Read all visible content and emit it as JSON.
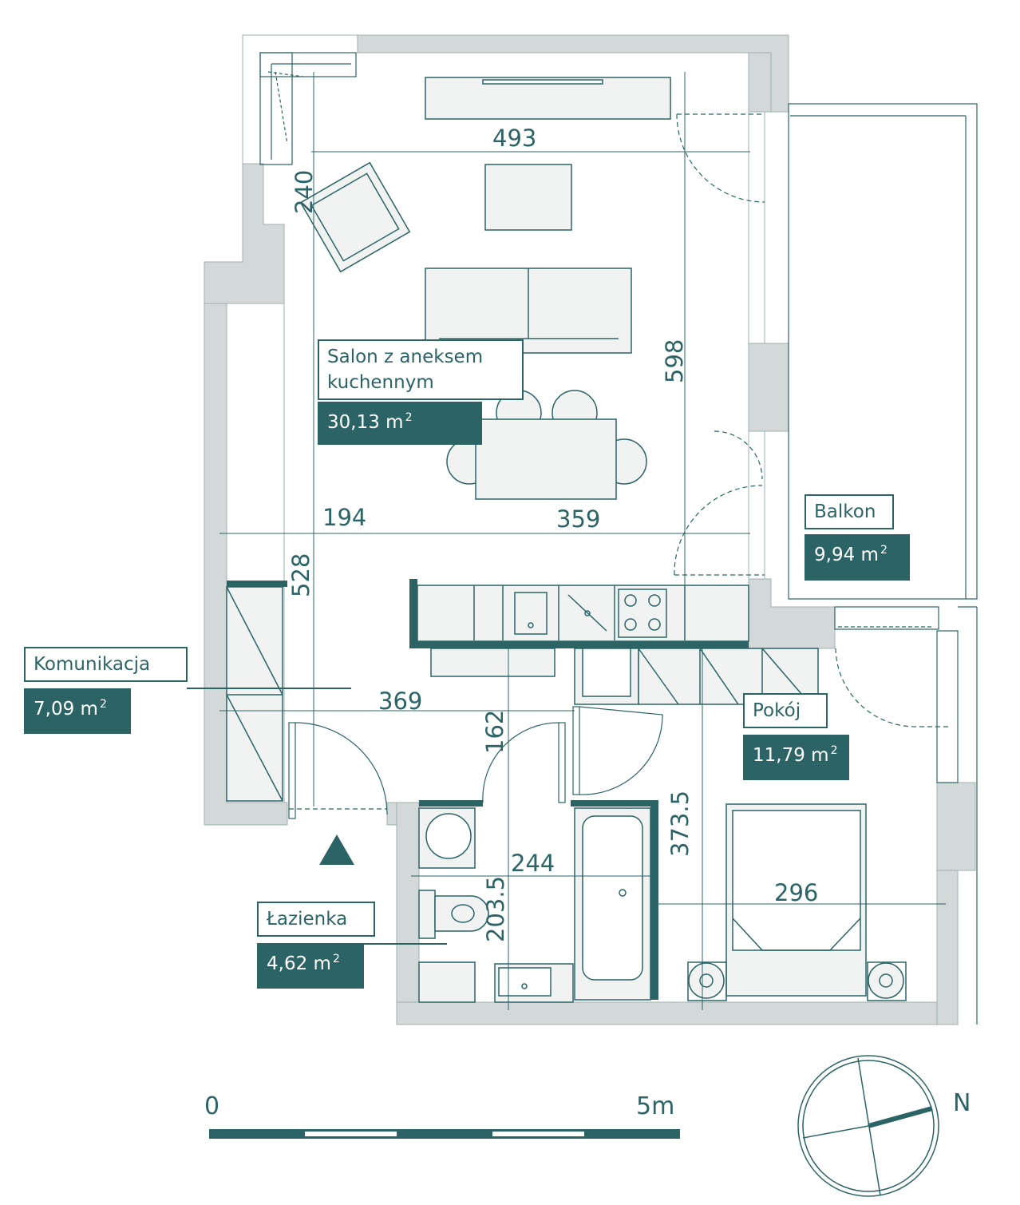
{
  "rooms": {
    "salon": {
      "name": "Salon z aneksem kuchennym",
      "name_line1": "Salon z aneksem",
      "name_line2": "kuchennym",
      "area": "30,13 m",
      "unit_sup": "2"
    },
    "balkon": {
      "name": "Balkon",
      "area": "9,94 m",
      "unit_sup": "2"
    },
    "komunikacja": {
      "name": "Komunikacja",
      "area": "7,09 m",
      "unit_sup": "2"
    },
    "pokoj": {
      "name": "Pokój",
      "area": "11,79 m",
      "unit_sup": "2"
    },
    "lazienka": {
      "name": "Łazienka",
      "area": "4,62 m",
      "unit_sup": "2"
    }
  },
  "dimensions": {
    "d493": "493",
    "d240": "240",
    "d598": "598",
    "d194": "194",
    "d359": "359",
    "d528": "528",
    "d369": "369",
    "d162": "162",
    "d3735": "373.5",
    "d244": "244",
    "d2035": "203.5",
    "d296": "296"
  },
  "scale": {
    "start": "0",
    "end": "5m"
  },
  "compass": {
    "north": "N"
  },
  "colors": {
    "accent": "#2c6466",
    "wall": "#d3d8d8",
    "line": "#2c6466"
  }
}
